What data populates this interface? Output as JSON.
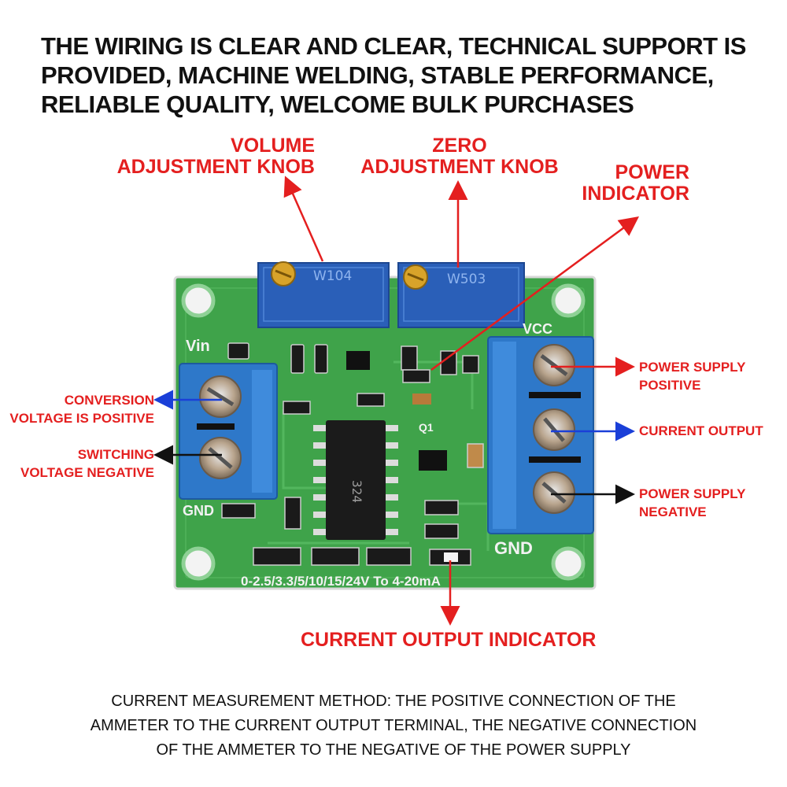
{
  "headline": "THE WIRING IS CLEAR AND CLEAR, TECHNICAL SUPPORT IS\nPROVIDED, MACHINE WELDING, STABLE PERFORMANCE,\nRELIABLE QUALITY, WELCOME BULK PURCHASES",
  "labels": {
    "volume_knob": "VOLUME\nADJUSTMENT KNOB",
    "zero_knob": "ZERO\nADJUSTMENT KNOB",
    "power_indicator": "POWER\nINDICATOR",
    "conversion_positive": "CONVERSION\nVOLTAGE IS POSITIVE",
    "switching_negative": "SWITCHING\nVOLTAGE NEGATIVE",
    "power_supply_positive": "POWER SUPPLY\nPOSITIVE",
    "current_output": "CURRENT OUTPUT",
    "power_supply_negative": "POWER SUPPLY\nNEGATIVE",
    "current_output_indicator": "CURRENT OUTPUT INDICATOR"
  },
  "board_text": {
    "vin": "Vin",
    "gnd_left": "GND",
    "vcc": "VCC",
    "gnd_right": "GND",
    "pot1": "W104",
    "pot2": "W503",
    "q1": "Q1",
    "chip": "324",
    "range": "0-2.5/3.3/5/10/15/24V To 4-20mA"
  },
  "footer": "CURRENT MEASUREMENT METHOD: THE POSITIVE CONNECTION OF THE\nAMMETER TO THE CURRENT OUTPUT TERMINAL, THE NEGATIVE CONNECTION\nOF THE AMMETER TO THE NEGATIVE OF THE POWER SUPPLY",
  "colors": {
    "label_red": "#e41f1f",
    "arrow_blue": "#1a3fd8",
    "arrow_black": "#111111",
    "pcb_green": "#3fa34a",
    "terminal_blue": "#2e78c9",
    "pot_blue": "#2a5fb8"
  }
}
